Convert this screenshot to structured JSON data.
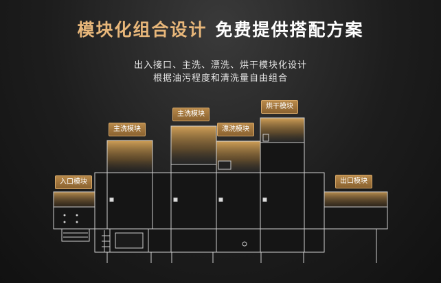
{
  "headline": {
    "accent": "模块化组合设计",
    "main": "免费提供搭配方案"
  },
  "subtitle": {
    "line1": "出入接口、主洗、漂洗、烘干模块化设计",
    "line2": "根据油污程度和清洗量自由组合"
  },
  "modules": {
    "inlet": "入口模块",
    "prewash": "主洗模块",
    "mainwash": "主洗模块",
    "rinse": "漂洗模块",
    "dry": "烘干模块",
    "outlet": "出口模块"
  },
  "colors": {
    "accent": "#e8b77a",
    "tag_bg": "#9a6f38",
    "glow": "#d9a65a"
  }
}
